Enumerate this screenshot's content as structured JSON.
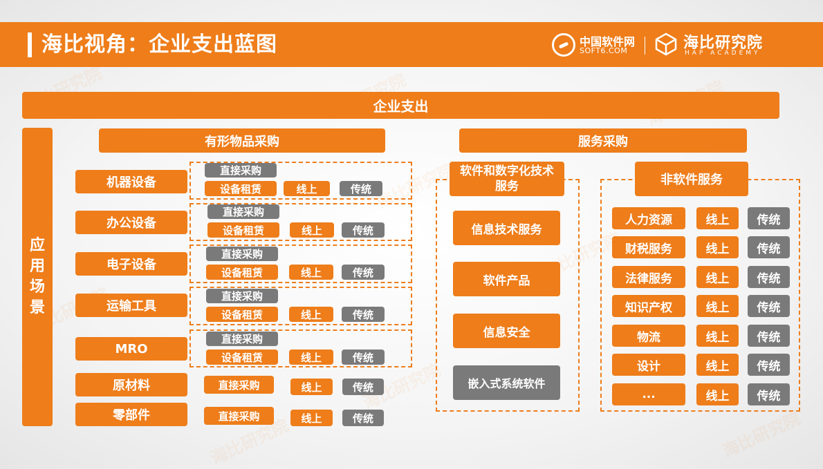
{
  "header": {
    "title": "海比视角：企业支出蓝图",
    "logo1_cn": "中国软件网",
    "logo1_en": "SOFT6.COM",
    "logo2_cn": "海比研究院",
    "logo2_en": "HAP ACADEMY"
  },
  "watermark": "海比研究院",
  "diagram": {
    "root": "企业支出",
    "side_label": [
      "应",
      "用",
      "场",
      "景"
    ],
    "tangible": {
      "title": "有形物品采购",
      "items": [
        {
          "name": "机器设备",
          "direct": "直接采购",
          "lease": "设备租赁",
          "online": "线上",
          "traditional": "传统"
        },
        {
          "name": "办公设备",
          "direct": "直接采购",
          "lease": "设备租赁",
          "online": "线上",
          "traditional": "传统"
        },
        {
          "name": "电子设备",
          "direct": "直接采购",
          "lease": "设备租赁",
          "online": "线上",
          "traditional": "传统"
        },
        {
          "name": "运输工具",
          "direct": "直接采购",
          "lease": "设备租赁",
          "online": "线上",
          "traditional": "传统"
        },
        {
          "name": "MRO",
          "direct": "直接采购",
          "lease": "设备租赁",
          "online": "线上",
          "traditional": "传统"
        },
        {
          "name": "原材料",
          "direct": "直接采购",
          "online": "线上",
          "traditional": "传统"
        },
        {
          "name": "零部件",
          "direct": "直接采购",
          "online": "线上",
          "traditional": "传统"
        }
      ]
    },
    "service": {
      "title": "服务采购",
      "software": {
        "title": "软件和数字化技术服务",
        "items": [
          "信息技术服务",
          "软件产品",
          "信息安全",
          "嵌入式系统软件"
        ]
      },
      "non_software": {
        "title": "非软件服务",
        "items": [
          {
            "name": "人力资源",
            "online": "线上",
            "traditional": "传统"
          },
          {
            "name": "财税服务",
            "online": "线上",
            "traditional": "传统"
          },
          {
            "name": "法律服务",
            "online": "线上",
            "traditional": "传统"
          },
          {
            "name": "知识产权",
            "online": "线上",
            "traditional": "传统"
          },
          {
            "name": "物流",
            "online": "线上",
            "traditional": "传统"
          },
          {
            "name": "设计",
            "online": "线上",
            "traditional": "传统"
          },
          {
            "name": "...",
            "online": "线上",
            "traditional": "传统"
          }
        ]
      }
    }
  },
  "colors": {
    "accent": "#ee7d1a",
    "gray": "#7a7a7a"
  }
}
